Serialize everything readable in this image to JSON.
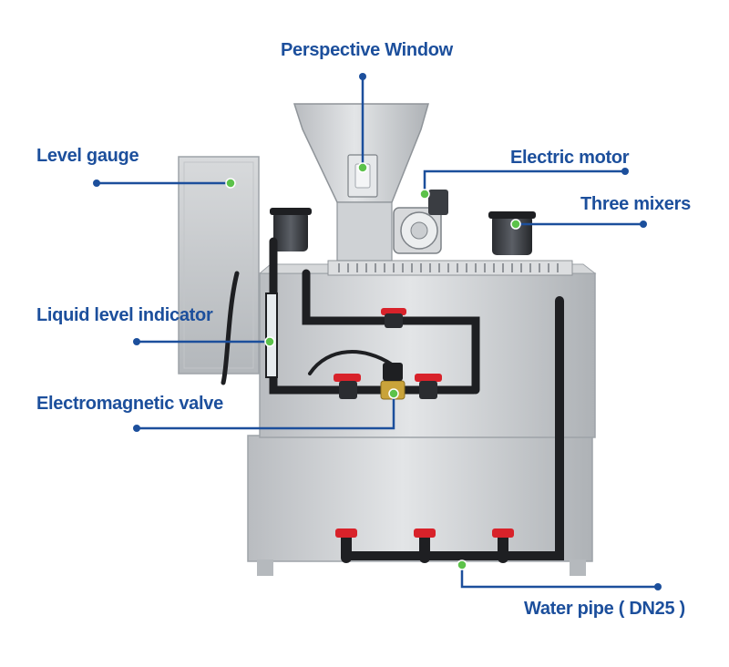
{
  "colors": {
    "label_text": "#1c4f9c",
    "leader_line": "#1c4f9c",
    "leader_dot_end": "#1c4f9c",
    "leader_dot_start": "#5cc24a",
    "steel": "#c9cccf",
    "steel_dark": "#9ea3a8",
    "pipe": "#1e1f22",
    "valve_handle": "#d8222a",
    "brass": "#c9a33a",
    "motor": "#3a3d42"
  },
  "callouts": {
    "perspective_window": "Perspective Window",
    "level_gauge": "Level gauge",
    "electric_motor": "Electric motor",
    "three_mixers": "Three mixers",
    "liquid_level_indicator": "Liquid level indicator",
    "electromagnetic_valve": "Electromagnetic valve",
    "water_pipe": "Water pipe ( DN25 )"
  }
}
